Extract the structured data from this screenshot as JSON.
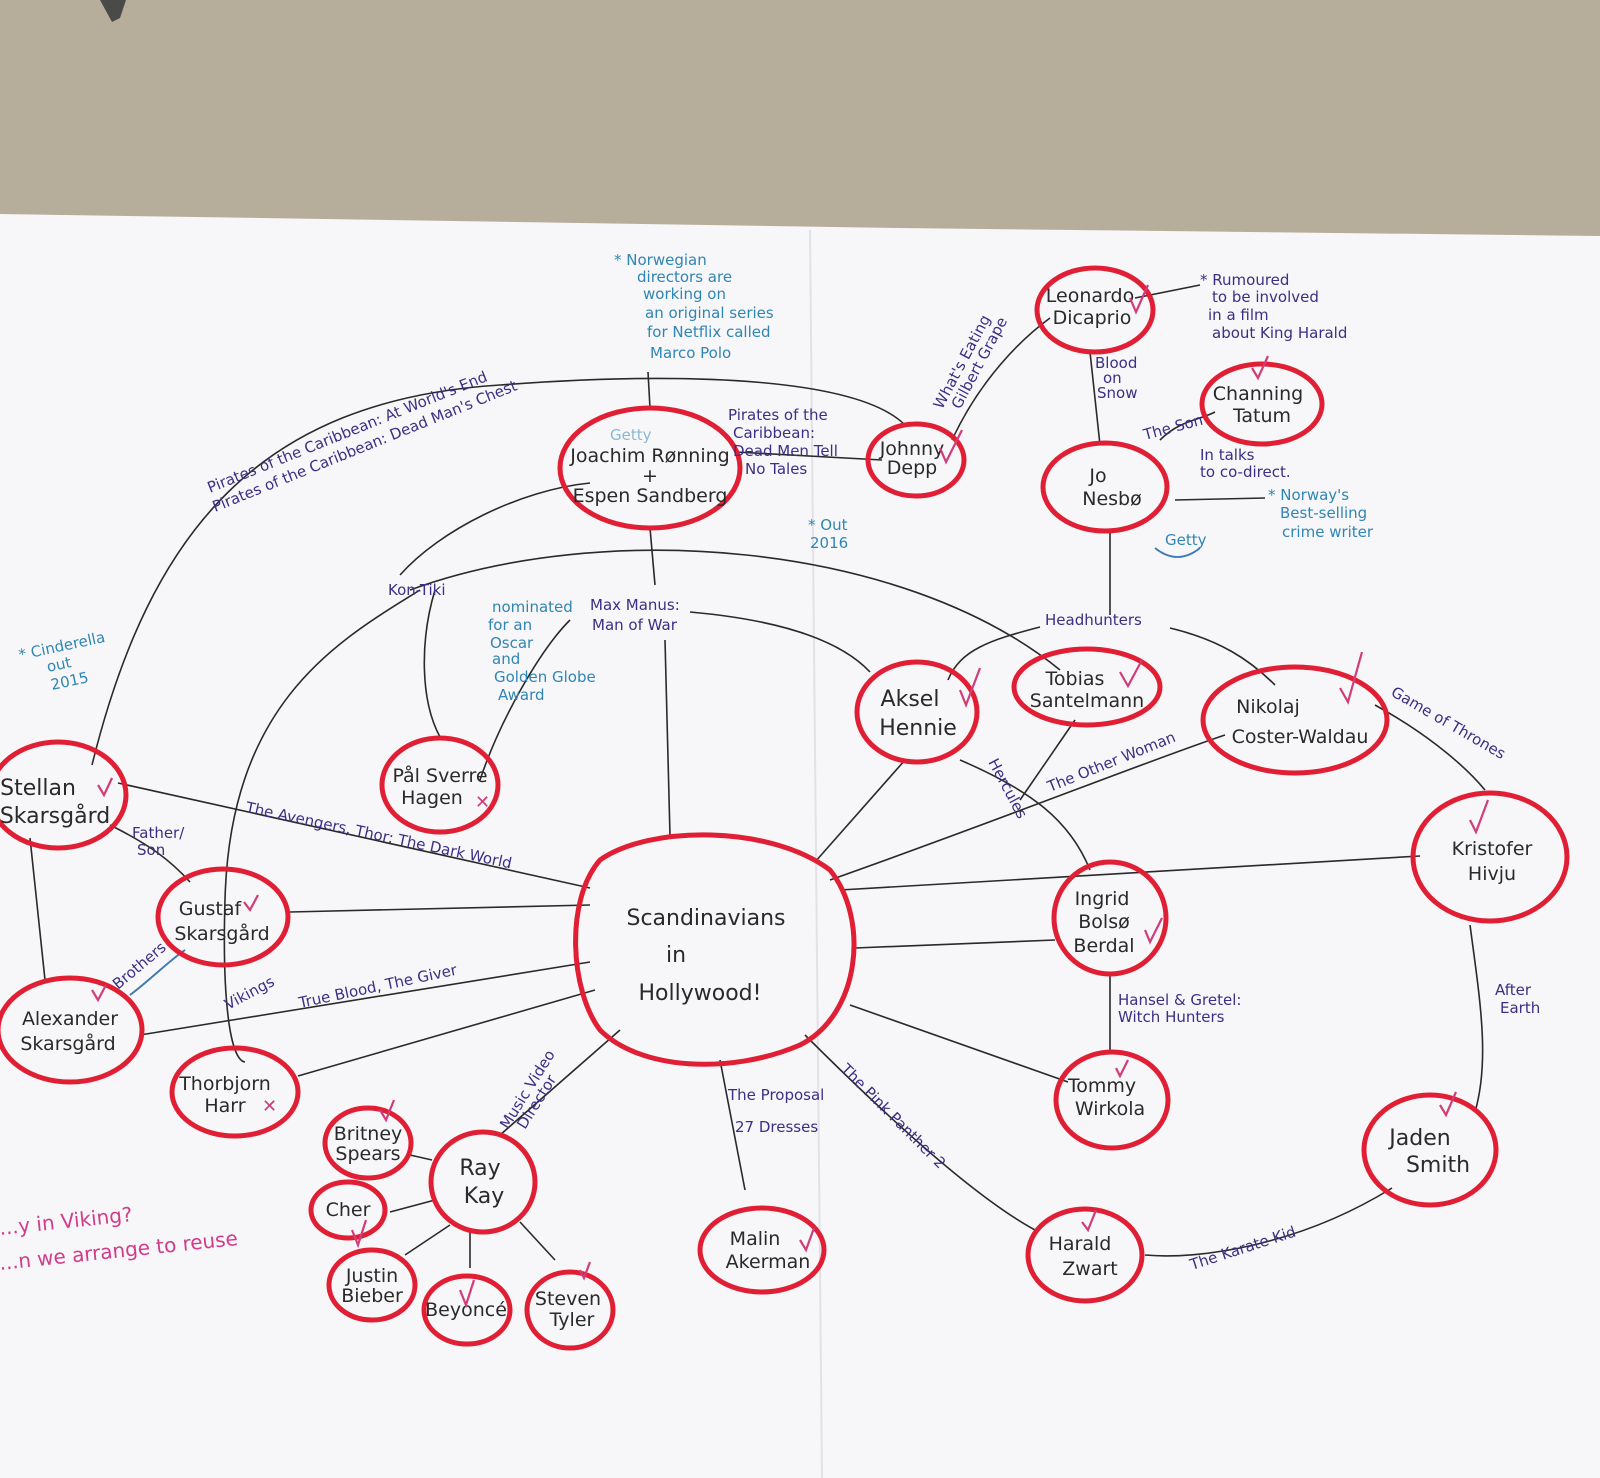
{
  "colors": {
    "node_ring": "#e01f35",
    "edge": "#2a2a2a",
    "note_purple": "#3b2f86",
    "note_blue": "#2f86b5",
    "note_pink": "#d23b8c",
    "paper": "#f7f6f8",
    "floor": "#b6ad9b"
  },
  "nodes": {
    "center": [
      "Scandinavians",
      "in",
      "Hollywood!"
    ],
    "joachim_espen": [
      "Joachim Rønning",
      "+",
      "Espen Sandberg"
    ],
    "johnny_depp": [
      "Johnny",
      "Depp"
    ],
    "leonardo": [
      "Leonardo",
      "Dicaprio"
    ],
    "channing": [
      "Channing",
      "Tatum"
    ],
    "jo_nesbo": [
      "Jo",
      "Nesbø"
    ],
    "aksel": [
      "Aksel",
      "Hennie"
    ],
    "tobias": [
      "Tobias",
      "Santelmann"
    ],
    "nikolaj": [
      "Nikolaj",
      "Coster-Waldau"
    ],
    "kristofer": [
      "Kristofer",
      "Hivju"
    ],
    "ingrid": [
      "Ingrid",
      "Bolsø",
      "Berdal"
    ],
    "tommy": [
      "Tommy",
      "Wirkola"
    ],
    "jaden": [
      "Jaden",
      "Smith"
    ],
    "harald": [
      "Harald",
      "Zwart"
    ],
    "malin": [
      "Malin",
      "Akerman"
    ],
    "pal": [
      "Pål Sverre",
      "Hagen"
    ],
    "stellan": [
      "Stellan",
      "Skarsgård"
    ],
    "gustaf": [
      "Gustaf",
      "Skarsgård"
    ],
    "alexander": [
      "Alexander",
      "Skarsgård"
    ],
    "thorbjorn": [
      "Thorbjorn",
      "Harr"
    ],
    "ray_kay": [
      "Ray",
      "Kay"
    ],
    "britney": [
      "Britney",
      "Spears"
    ],
    "cher": [
      "Cher"
    ],
    "justin": [
      "Justin",
      "Bieber"
    ],
    "beyonce": [
      "Beyoncé"
    ],
    "steven": [
      "Steven",
      "Tyler"
    ]
  },
  "edge_labels": {
    "pirates_1": "Pirates of the Caribbean: At World's End",
    "pirates_2": "Pirates of the Caribbean: Dead Man's Chest",
    "pirates_5": [
      "Pirates of the",
      "Caribbean:",
      "Dead Men Tell",
      "No Tales"
    ],
    "whats_eating": [
      "What's Eating",
      "Gilbert Grape"
    ],
    "blood_on_snow": [
      "Blood",
      "on",
      "Snow"
    ],
    "the_son": "The Son",
    "kon_tiki": "Kon-Tiki",
    "max_manus": [
      "Max Manus:",
      "Man of War"
    ],
    "headhunters": "Headhunters",
    "game_of_thrones": "Game of Thrones",
    "hercules": "Hercules",
    "other_woman": "The Other Woman",
    "avengers": "The Avengers, Thor: The Dark World",
    "father_son": [
      "Father/",
      "Son"
    ],
    "brothers": "Brothers",
    "vikings": "Vikings",
    "true_blood": "True Blood, The Giver",
    "music_video": [
      "Music Video",
      "Director"
    ],
    "proposal": [
      "The Proposal",
      "27 Dresses"
    ],
    "pink_panther": "The Pink Panther 2",
    "hansel": [
      "Hansel & Gretel:",
      "Witch Hunters"
    ],
    "after_earth": [
      "After",
      "Earth"
    ],
    "karate_kid": "The Karate Kid"
  },
  "notes": {
    "netflix": [
      "* Norwegian",
      "directors are",
      "working on",
      "an original series",
      "for Netflix called",
      "Marco Polo"
    ],
    "rumoured": [
      "* Rumoured",
      "to be involved",
      "in a film",
      "about King Harald"
    ],
    "in_talks": [
      "In talks",
      "to co-direct."
    ],
    "bestselling": [
      "* Norway's",
      "Best-selling",
      "crime writer"
    ],
    "getty_1": "Getty",
    "getty_2": "Getty",
    "out_2016": [
      "* Out",
      "2016"
    ],
    "nominated": [
      "nominated",
      "for an",
      "Oscar",
      "and",
      "Golden Globe",
      "Award"
    ],
    "cinderella": [
      "* Cinderella",
      "out",
      "2015"
    ],
    "viking": [
      "...y in Viking?",
      "...n we arrange to reuse"
    ]
  }
}
